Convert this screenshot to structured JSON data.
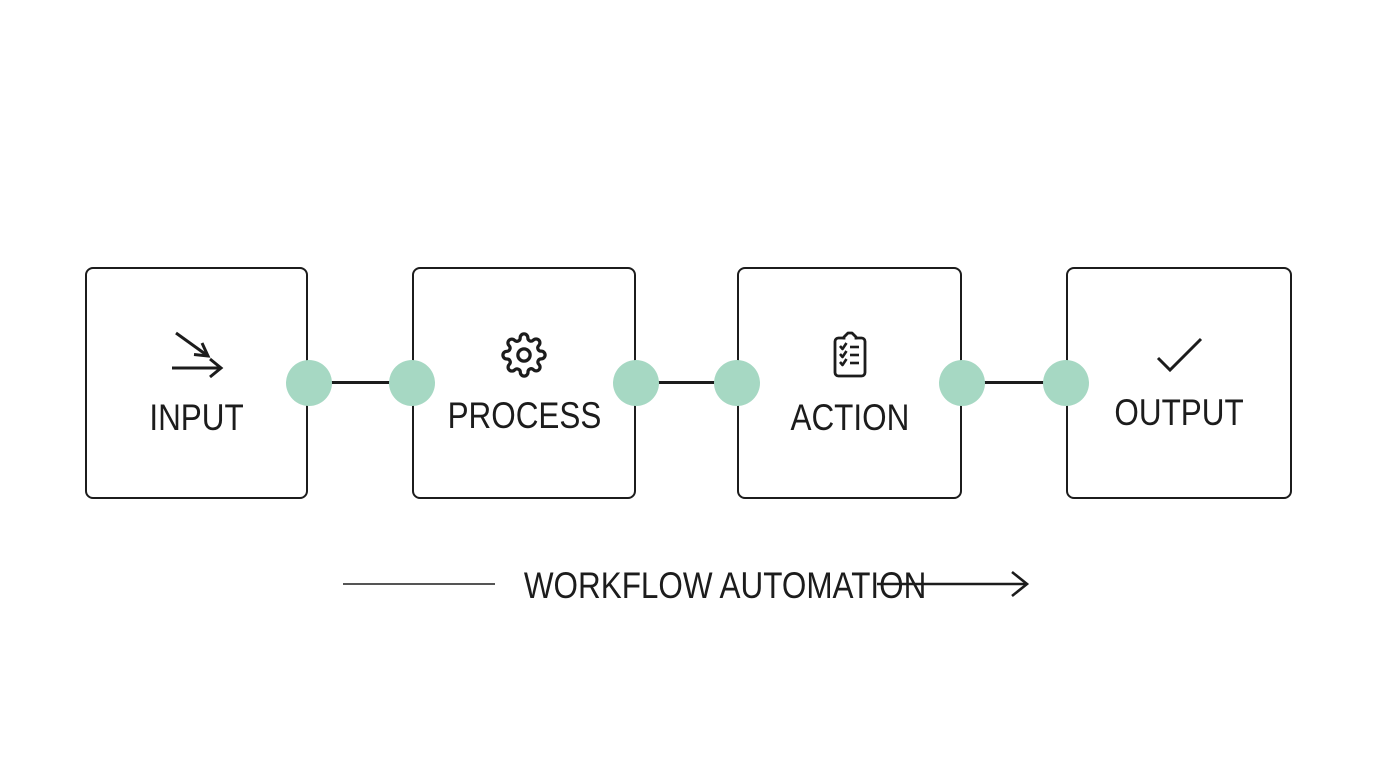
{
  "diagram": {
    "nodes": [
      {
        "label": "INPUT",
        "icon": "input-arrows-icon"
      },
      {
        "label": "PROCESS",
        "icon": "gear-icon"
      },
      {
        "label": "ACTION",
        "icon": "clipboard-checklist-icon"
      },
      {
        "label": "OUTPUT",
        "icon": "checkmark-icon"
      }
    ],
    "caption": "WORKFLOW AUTOMATION",
    "colors": {
      "background": "#ffffff",
      "line": "#1c1c1c",
      "text": "#1c1c1c",
      "connector_dot": "#a6d8c3",
      "caption_line": "#555555"
    }
  }
}
